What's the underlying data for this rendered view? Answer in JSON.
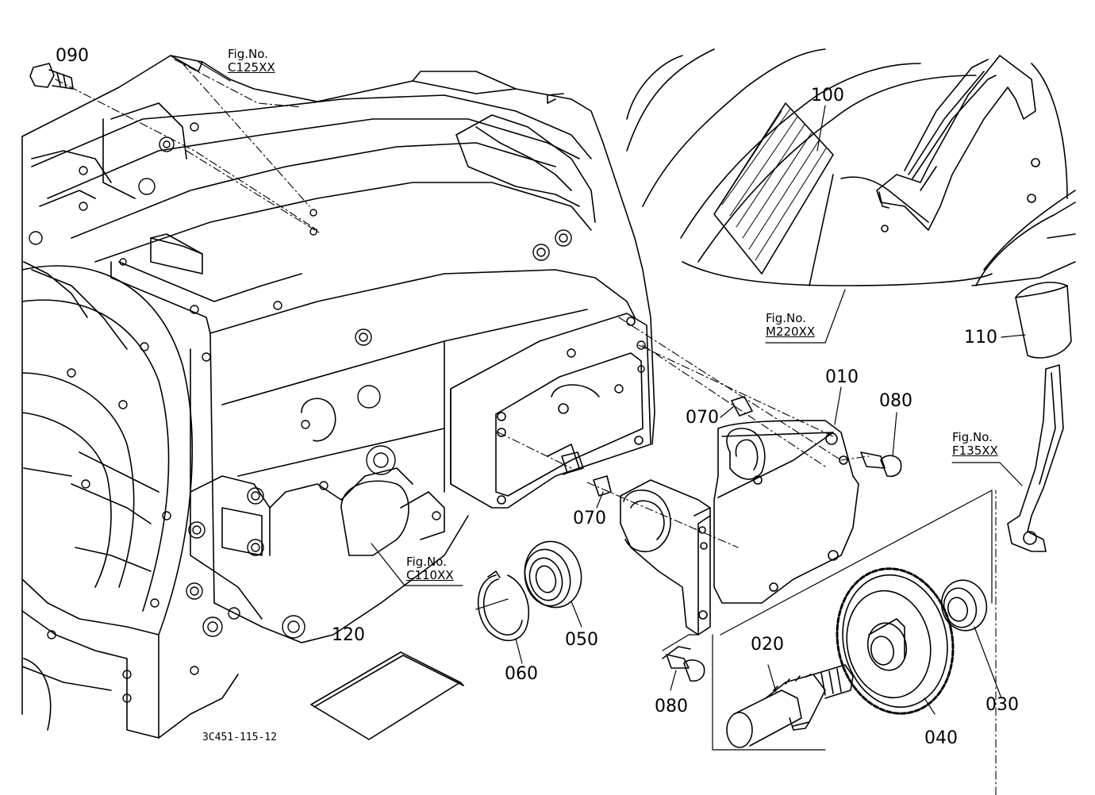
{
  "diagram_id": "3C451-115-12",
  "fig_refs": [
    {
      "key": "c125",
      "prefix": "Fig.No.",
      "code": "C125XX"
    },
    {
      "key": "m220",
      "prefix": "Fig.No.",
      "code": "M220XX"
    },
    {
      "key": "f135",
      "prefix": "Fig.No.",
      "code": "F135XX"
    },
    {
      "key": "c110",
      "prefix": "Fig.No.",
      "code": "C110XX"
    }
  ],
  "parts": [
    {
      "key": "p090",
      "number": "090"
    },
    {
      "key": "p100",
      "number": "100"
    },
    {
      "key": "p110",
      "number": "110"
    },
    {
      "key": "p010",
      "number": "010"
    },
    {
      "key": "p080a",
      "number": "080"
    },
    {
      "key": "p070a",
      "number": "070"
    },
    {
      "key": "p070b",
      "number": "070"
    },
    {
      "key": "p050",
      "number": "050"
    },
    {
      "key": "p060",
      "number": "060"
    },
    {
      "key": "p120",
      "number": "120"
    },
    {
      "key": "p020",
      "number": "020"
    },
    {
      "key": "p080b",
      "number": "080"
    },
    {
      "key": "p040",
      "number": "040"
    },
    {
      "key": "p030",
      "number": "030"
    }
  ]
}
